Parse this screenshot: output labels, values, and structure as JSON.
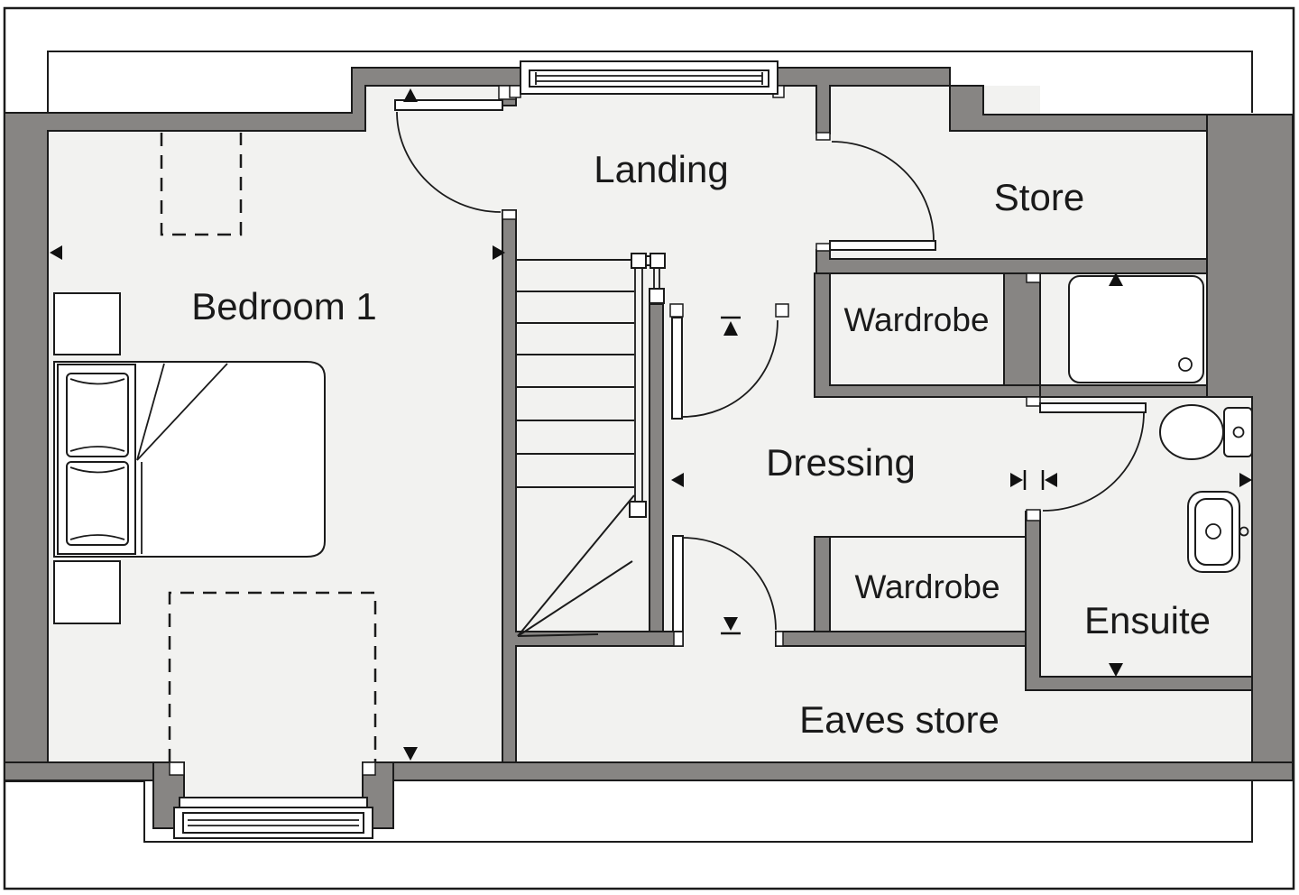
{
  "palette": {
    "paper": "#ffffff",
    "floor": "#f2f2f0",
    "wall": "#878583",
    "line": "#1b1b1b",
    "marker": "#111111",
    "text": "#1a1a1a"
  },
  "rooms": {
    "bedroom1": {
      "label": "Bedroom 1"
    },
    "landing": {
      "label": "Landing"
    },
    "store": {
      "label": "Store"
    },
    "wardrobe1": {
      "label": "Wardrobe"
    },
    "dressing": {
      "label": "Dressing"
    },
    "wardrobe2": {
      "label": "Wardrobe"
    },
    "ensuite": {
      "label": "Ensuite"
    },
    "eaves": {
      "label": "Eaves store"
    }
  },
  "fixtures": [
    "double-bed",
    "headboard-pillows",
    "bedside-table-upper",
    "bedside-table-lower",
    "staircase-with-winders",
    "handrail-left",
    "handrail-right",
    "landing-dormer-window",
    "bedroom-dormer-window",
    "shower-tray",
    "toilet",
    "wash-basin",
    "wardrobe-box-upper",
    "wardrobe-box-lower",
    "reduced-headroom-dashed-outline-upper",
    "reduced-headroom-dashed-outline-lower"
  ],
  "doors": [
    "bedroom-door",
    "store-door",
    "dressing-door",
    "ensuite-door",
    "eaves-store-door"
  ],
  "markers": [
    "bedroom-door-arrow-up",
    "bedroom-west-arrow",
    "bedroom-stair-arrow",
    "dressing-slope-arrow-up",
    "dressing-slope-arrow-down",
    "dressing-west-arrow",
    "dressing-ensuite-arrow-pair",
    "ensuite-east-arrow",
    "shower-arrow-up",
    "ensuite-slope-arrow-down",
    "bedroom-slope-arrow-down"
  ]
}
